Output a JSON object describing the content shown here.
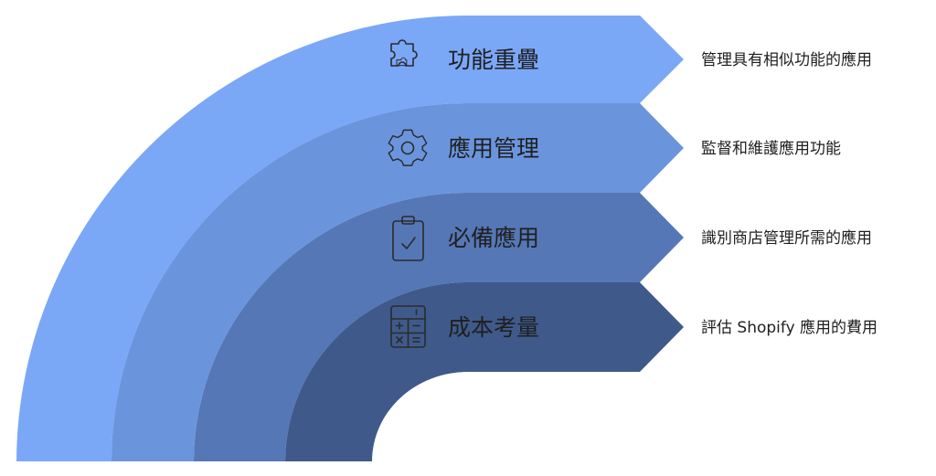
{
  "colors": {
    "band1": "#7ba7f7",
    "band2": "#6a95dd",
    "band3": "#5577b6",
    "band4": "#3f5a8a",
    "text": "#1f1f1f",
    "icon": "#2b2b2b"
  },
  "steps": [
    {
      "title": "功能重疊",
      "description": "管理具有相似功能的應用",
      "icon": "puzzle-icon"
    },
    {
      "title": "應用管理",
      "description": "監督和維護應用功能",
      "icon": "gear-icon"
    },
    {
      "title": "必備應用",
      "description": "識別商店管理所需的應用",
      "icon": "clipboard-check-icon"
    },
    {
      "title": "成本考量",
      "description": "評估 Shopify 應用的費用",
      "icon": "calculator-icon"
    }
  ]
}
